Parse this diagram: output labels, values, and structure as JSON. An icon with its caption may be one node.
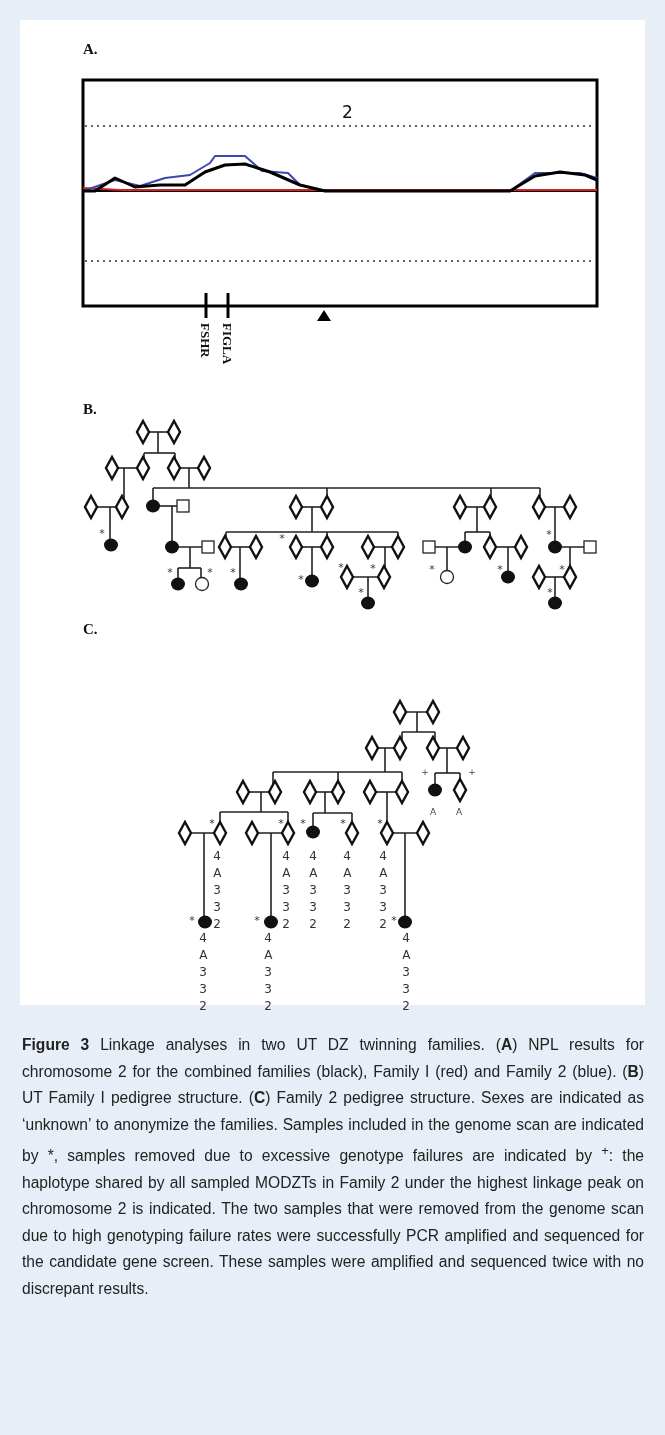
{
  "diagram": {
    "caption": "**Figure 3** Linkage analyses in two UT DZ twinning families. (**A**) NPL results for chromosome 2 for the combined families (black), Family I (red) and Family 2 (blue). (**B**) UT Family I pedigree structure. (**C**) Family 2 pedigree structure. Sexes are indicated as ‘unknown’ to anonymize the families. Samples included in the genome scan are indicated by *, samples removed due to excessive genotype failures are indicated by $^{+}$: the haplotype shared by all sampled MODZTs in Family 2 under the highest linkage peak on chromosome 2 is indicated. The two samples that were removed from the genome scan due to high genotyping failure rates were successfully PCR amplified and sequenced for the candidate gene screen. These samples were amplified and sequenced twice with no discrepant results.",
    "labels": [
      "A.",
      "2",
      "FSHR",
      "FIGLA",
      "B.",
      "*",
      "*",
      "*",
      "*",
      "*",
      "*",
      "*",
      "*",
      "*",
      "*",
      "*",
      "*",
      "*",
      "*",
      "C.",
      "+",
      "+",
      "A",
      "A",
      "*",
      "*",
      "*",
      "*",
      "*",
      "4 A 3 3 2",
      "4 A 3 3 2",
      "4 A 3 3 2",
      "4 A 3 3 2",
      "4 A 3 3 2",
      "*",
      "*",
      "*",
      "4 A 3 3 2",
      "4 A 3 3 2",
      "4 A 3 3 2"
    ]
  }
}
